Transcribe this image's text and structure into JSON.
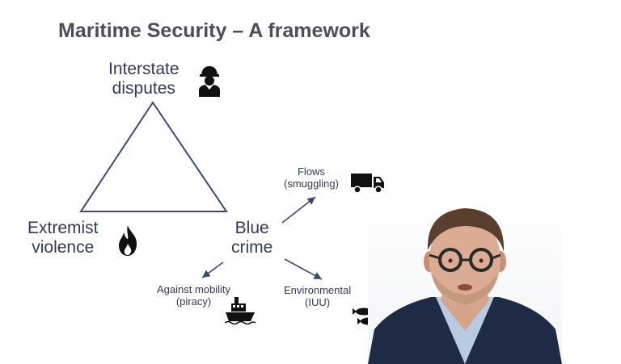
{
  "slide": {
    "title": "Maritime Security – A framework",
    "nodes": {
      "interstate": {
        "line1": "Interstate",
        "line2": "disputes",
        "icon": "soldier-icon"
      },
      "extremist": {
        "line1": "Extremist",
        "line2": "violence",
        "icon": "flame-icon"
      },
      "blue_crime": {
        "line1": "Blue",
        "line2": "crime"
      },
      "flows": {
        "line1": "Flows",
        "line2": "(smuggling)",
        "icon": "truck-icon"
      },
      "mobility": {
        "line1": "Against mobility",
        "line2": "(piracy)",
        "icon": "ship-icon"
      },
      "environmental": {
        "line1": "Environmental",
        "line2": "(IUU)",
        "icon": "fish-hook-icon"
      }
    }
  },
  "colors": {
    "title": "#4a4f58",
    "text": "#2f3a56",
    "lines": "#3d4a6b",
    "icons": "#111111"
  }
}
